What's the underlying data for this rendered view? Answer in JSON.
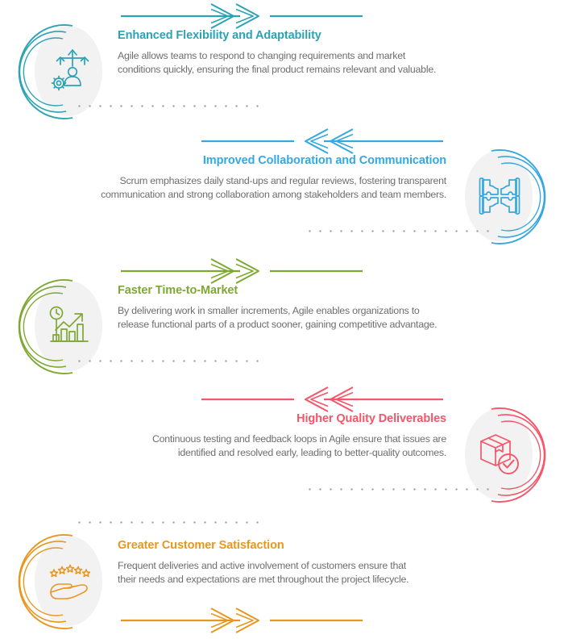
{
  "palette": {
    "teal": "#2BA3B5",
    "blue": "#35A8E0",
    "green": "#7EA832",
    "pink": "#F4566A",
    "orange": "#E8971E",
    "body_text": "#6e6e6e",
    "disc_bg": "#f2f2f2",
    "dot_gray": "#9a9a9a",
    "page_bg": "#ffffff"
  },
  "sections": [
    {
      "id": "enhanced-flexibility",
      "number": 1,
      "align": "left",
      "color": "#2BA3B5",
      "icon": "person-gears-arrows-icon",
      "title": "Enhanced Flexibility and Adaptability",
      "body_line_1": "Agile allows teams to respond to changing requirements and market",
      "body_line_2": "conditions quickly, ensuring the final product remains relevant and valuable.",
      "arrow_direction": "right"
    },
    {
      "id": "improved-collaboration",
      "number": 2,
      "align": "right",
      "color": "#35A8E0",
      "icon": "hands-puzzle-icon",
      "title": "Improved Collaboration and Communication",
      "body_line_1": "Scrum emphasizes daily stand-ups and regular reviews, fostering transparent",
      "body_line_2": "communication and strong collaboration among stakeholders and team members.",
      "arrow_direction": "left"
    },
    {
      "id": "faster-time-to-market",
      "number": 3,
      "align": "left",
      "color": "#7EA832",
      "icon": "clock-growth-chart-icon",
      "title": "Faster Time-to-Market",
      "body_line_1": "By delivering work in smaller increments, Agile enables organizations to",
      "body_line_2": "release functional parts of a product sooner, gaining competitive advantage.",
      "arrow_direction": "right"
    },
    {
      "id": "higher-quality-deliverables",
      "number": 4,
      "align": "right",
      "color": "#F4566A",
      "icon": "package-check-icon",
      "title": "Higher Quality Deliverables",
      "body_line_1": "Continuous testing and feedback loops in Agile ensure that issues are",
      "body_line_2": "identified and resolved early, leading to better-quality outcomes.",
      "arrow_direction": "left"
    },
    {
      "id": "greater-customer-satisfaction",
      "number": 5,
      "align": "left",
      "color": "#E8971E",
      "icon": "hand-stars-icon",
      "title": "Greater Customer Satisfaction",
      "body_line_1": "Frequent deliveries and active involvement of customers ensure that",
      "body_line_2": "their needs and expectations are met throughout the project lifecycle.",
      "arrow_direction": "right"
    }
  ]
}
